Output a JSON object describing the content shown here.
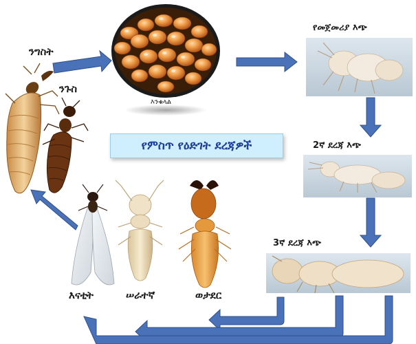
{
  "title": "የምስጥ የዕድገት ደረጃዎች",
  "stages": {
    "queen": "ንግስት",
    "king": "ንጉስ",
    "eggs": "እንቁላል",
    "first_nymph": "የመጀመሪያ እጭ",
    "second_nymph": "2ኛ ደረጃ እጭ",
    "third_nymph": "3ኛ ደረጃ እጭ",
    "alate": "እናቲት",
    "worker": "ሠራተኛ",
    "soldier": "ወታደር"
  },
  "colors": {
    "arrow": "#4a72b8",
    "arrow_edge": "#2f4f8a",
    "title_bg": "#cfeefe",
    "title_text": "#1d3e9c",
    "egg": "#e8892a",
    "nymph_bg": "#c9d6e0",
    "nymph_body": "#f1e6d6"
  }
}
